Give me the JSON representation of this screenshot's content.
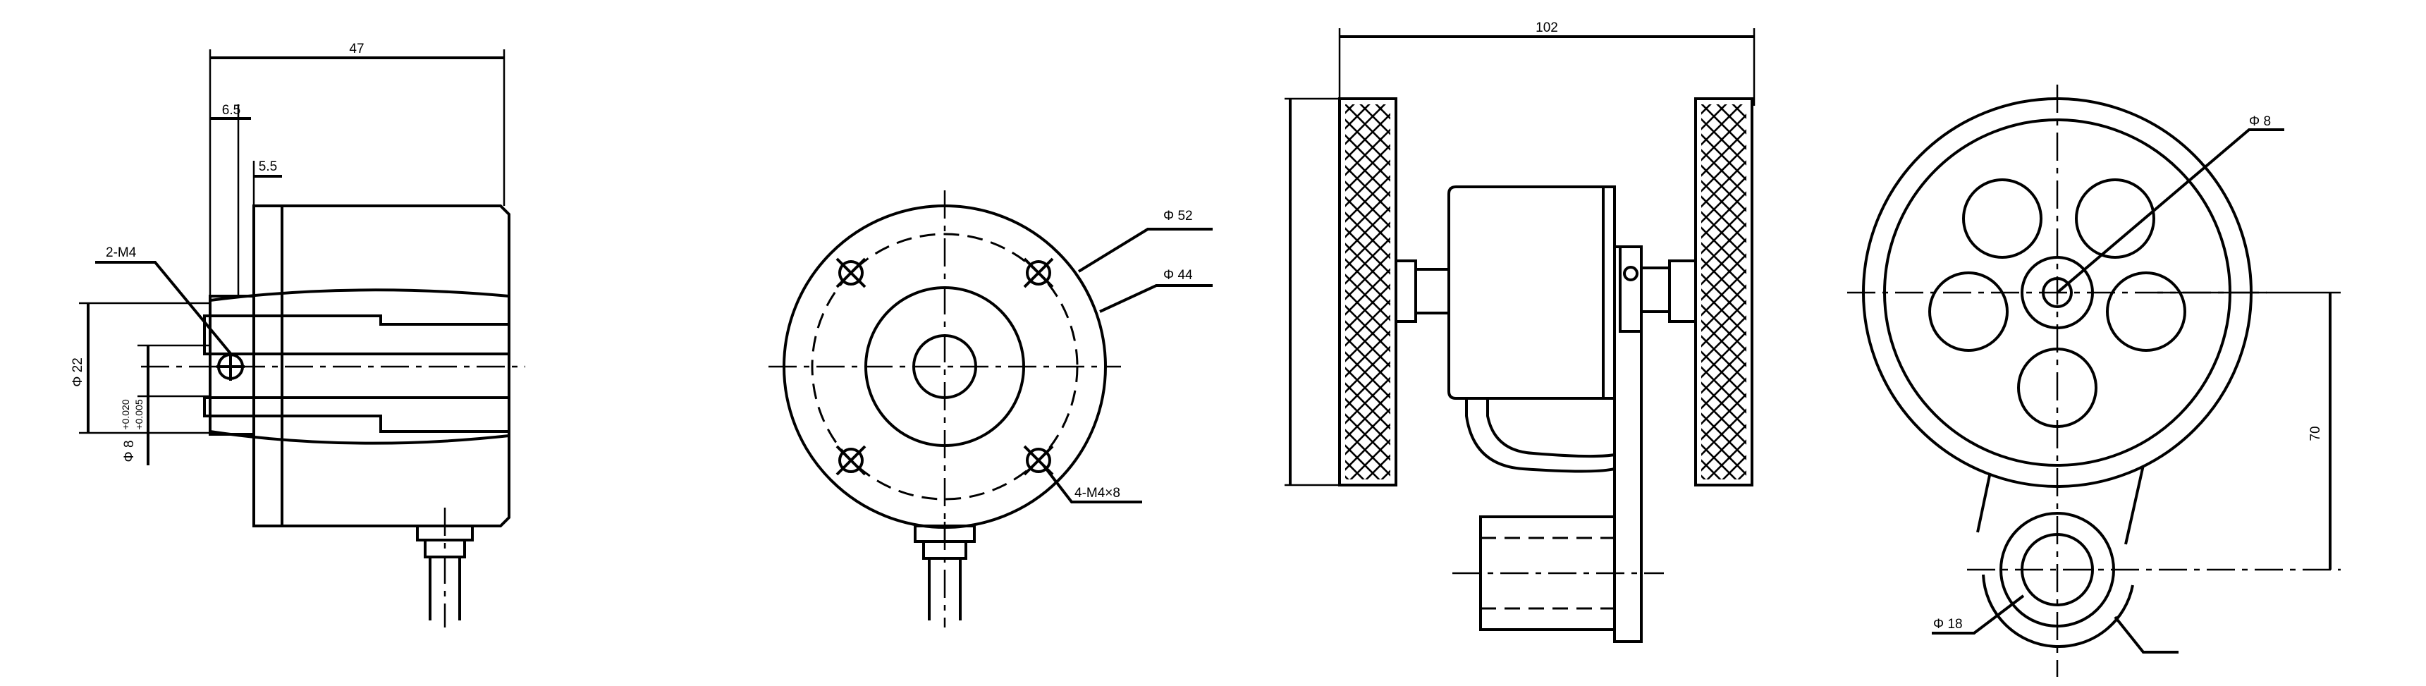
{
  "views": {
    "side_section": {
      "dim_overall_length": "47",
      "dim_flange": "6.5",
      "dim_step": "5.5",
      "dim_bore_diameter": "Φ 22",
      "dim_shaft_diameter": "Φ 8",
      "dim_shaft_tolerance_upper": "+0.020",
      "dim_shaft_tolerance_lower": "+0.005",
      "label_tapped_holes": "2-M4"
    },
    "front_view": {
      "dim_outer_diameter": "Φ 52",
      "dim_bolt_circle": "Φ 44",
      "label_mounting_holes": "4-M4×8"
    },
    "wheel_assembly": {
      "dim_wheel_span": "102"
    },
    "wheel_end_view": {
      "dim_hub_bore": "Φ 8",
      "dim_center_distance": "70",
      "dim_pivot_diameter": "Φ 18"
    }
  }
}
